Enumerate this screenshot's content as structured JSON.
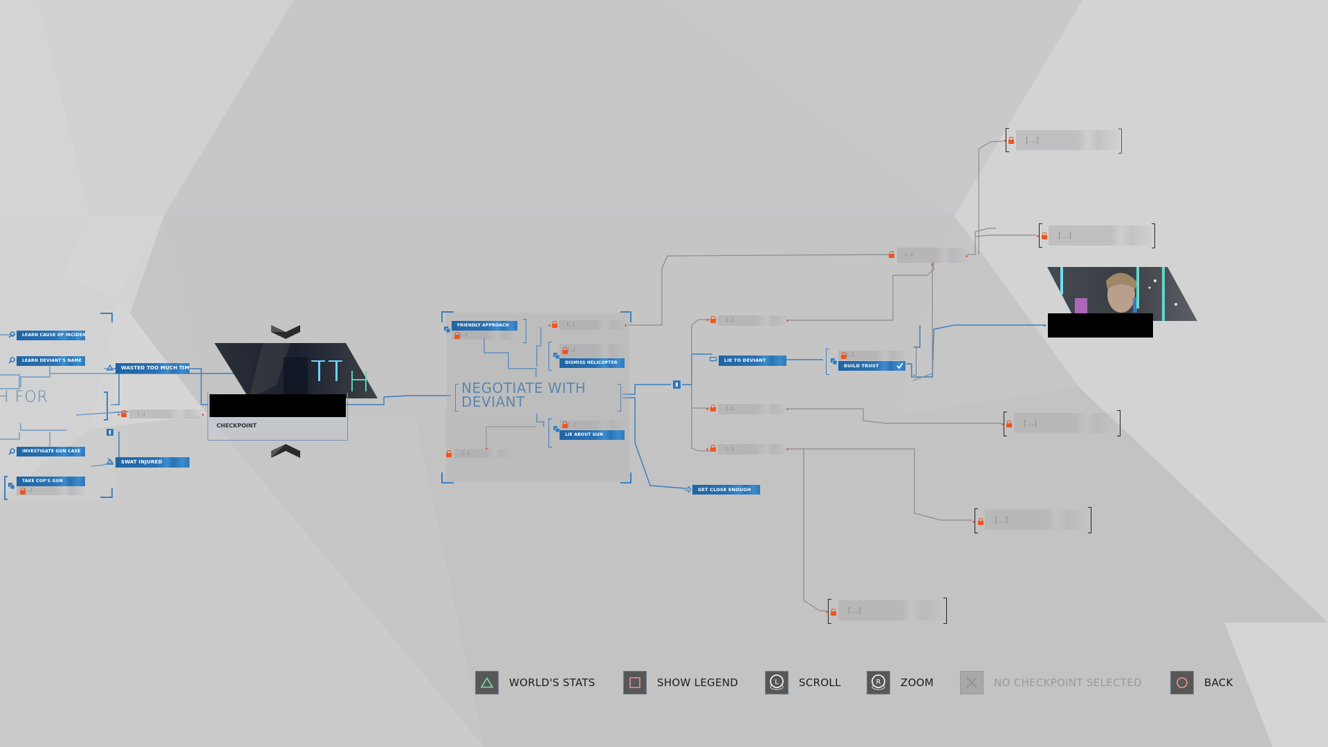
{
  "screen": "flowchart",
  "colors": {
    "accent_blue": "#2a72b3",
    "lock_orange": "#f2531c",
    "triangle_green": "#7be0b0",
    "square_pink": "#e88aa0",
    "circle_salmon": "#f09a8a"
  },
  "left_section": {
    "title_fragment": "H FOR",
    "nodes": [
      {
        "label": "LEARN CAUSE OF INCIDENT",
        "icon": "search-icon"
      },
      {
        "label": "LEARN DEVIANT'S NAME",
        "icon": "search-icon"
      },
      {
        "label": "INVESTIGATE GUN CASE",
        "icon": "search-icon"
      },
      {
        "label": "TAKE COP'S GUN",
        "icon": "action-icon",
        "locked_sub": "[...]"
      }
    ],
    "outcomes": [
      {
        "label": "WASTED TOO MUCH TIME",
        "icon": "warning-triangle-icon"
      },
      {
        "label": "SWAT INJURED",
        "icon": "warning-triangle-icon"
      }
    ],
    "locked_node": "[...]"
  },
  "checkpoint": {
    "label": "CHECKPOINT"
  },
  "negotiate_section": {
    "title": "NEGOTIATE WITH DEVIANT",
    "nodes": [
      {
        "label": "FRIENDLY APPROACH",
        "locked_sub": "[...]"
      },
      {
        "label": "DISMISS HELICOPTER",
        "locked_sub": "[...]"
      },
      {
        "label": "LIE ABOUT GUN",
        "locked_sub": "[...]"
      }
    ],
    "locked_top": "[...]",
    "locked_bottom": "[...]"
  },
  "branch_section": {
    "choices": [
      {
        "label": "[...]",
        "locked": true
      },
      {
        "label": "LIE TO DEVIANT",
        "locked": false
      },
      {
        "label": "[...]",
        "locked": true
      },
      {
        "label": "[...]",
        "locked": true
      }
    ],
    "build_trust": {
      "label": "BUILD TRUST",
      "locked_sub": "[...]",
      "completed": true
    },
    "get_close": {
      "label": "GET CLOSE ENOUGH"
    },
    "upper_locked": "[...]"
  },
  "endings": [
    {
      "label": "[...]",
      "locked": true
    },
    {
      "label": "[...]",
      "locked": true
    },
    {
      "label": "[...]",
      "locked": true
    },
    {
      "label": "[...]",
      "locked": true
    },
    {
      "label": "[...]",
      "locked": true
    }
  ],
  "footer": {
    "items": [
      {
        "button": "triangle",
        "label": "WORLD'S STATS",
        "enabled": true
      },
      {
        "button": "square",
        "label": "SHOW LEGEND",
        "enabled": true
      },
      {
        "button": "L-stick",
        "glyph": "L",
        "label": "SCROLL",
        "enabled": true
      },
      {
        "button": "R-stick",
        "glyph": "R",
        "label": "ZOOM",
        "enabled": true
      },
      {
        "button": "cross",
        "label": "NO CHECKPOINT SELECTED",
        "enabled": false
      },
      {
        "button": "circle",
        "label": "BACK",
        "enabled": true
      }
    ]
  }
}
